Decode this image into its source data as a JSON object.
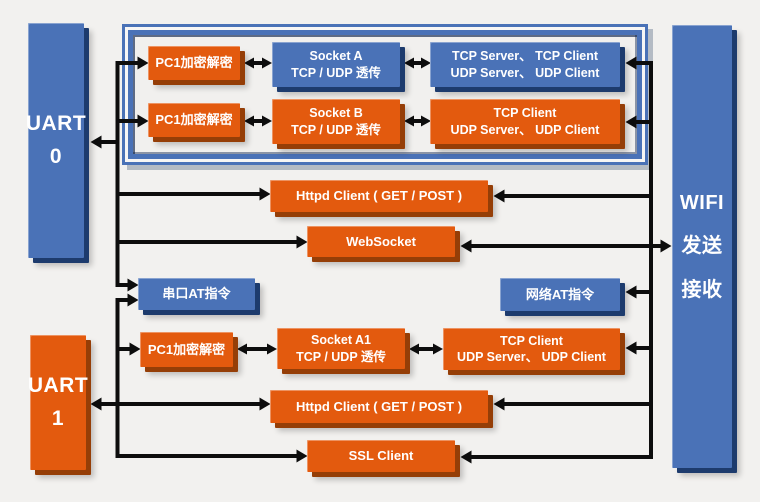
{
  "colors": {
    "background": "#f2f1ef",
    "orange": "#e35a0e",
    "orange_shadow": "#953e07",
    "blue": "#4a72b7",
    "blue_shadow": "#1d3b6d",
    "line": "#0d0d0d",
    "text": "#ffffff"
  },
  "uart0": {
    "line1": "UART",
    "line2": "0"
  },
  "uart1": {
    "line1": "UART",
    "line2": "1"
  },
  "wifi": {
    "line1": "WIFI",
    "line2": "发送",
    "line3": "接收"
  },
  "socket_group": {
    "row1": {
      "encrypt": "PC1加密解密",
      "socket_line1": "Socket A",
      "socket_line2": "TCP / UDP 透传",
      "net_line1": "TCP Server、 TCP Client",
      "net_line2": "UDP Server、 UDP Client"
    },
    "row2": {
      "encrypt": "PC1加密解密",
      "socket_line1": "Socket B",
      "socket_line2": "TCP / UDP 透传",
      "net_line1": "TCP Client",
      "net_line2": "UDP Server、 UDP Client"
    }
  },
  "middle": {
    "httpd_top": "Httpd Client ( GET / POST )",
    "websocket": "WebSocket",
    "serial_at": "串口AT指令",
    "network_at": "网络AT指令"
  },
  "row3": {
    "encrypt": "PC1加密解密",
    "socket_line1": "Socket A1",
    "socket_line2": "TCP / UDP 透传",
    "net_line1": "TCP Client",
    "net_line2": "UDP Server、 UDP Client"
  },
  "bottom": {
    "httpd": "Httpd Client ( GET / POST )",
    "ssl": "SSL Client"
  }
}
